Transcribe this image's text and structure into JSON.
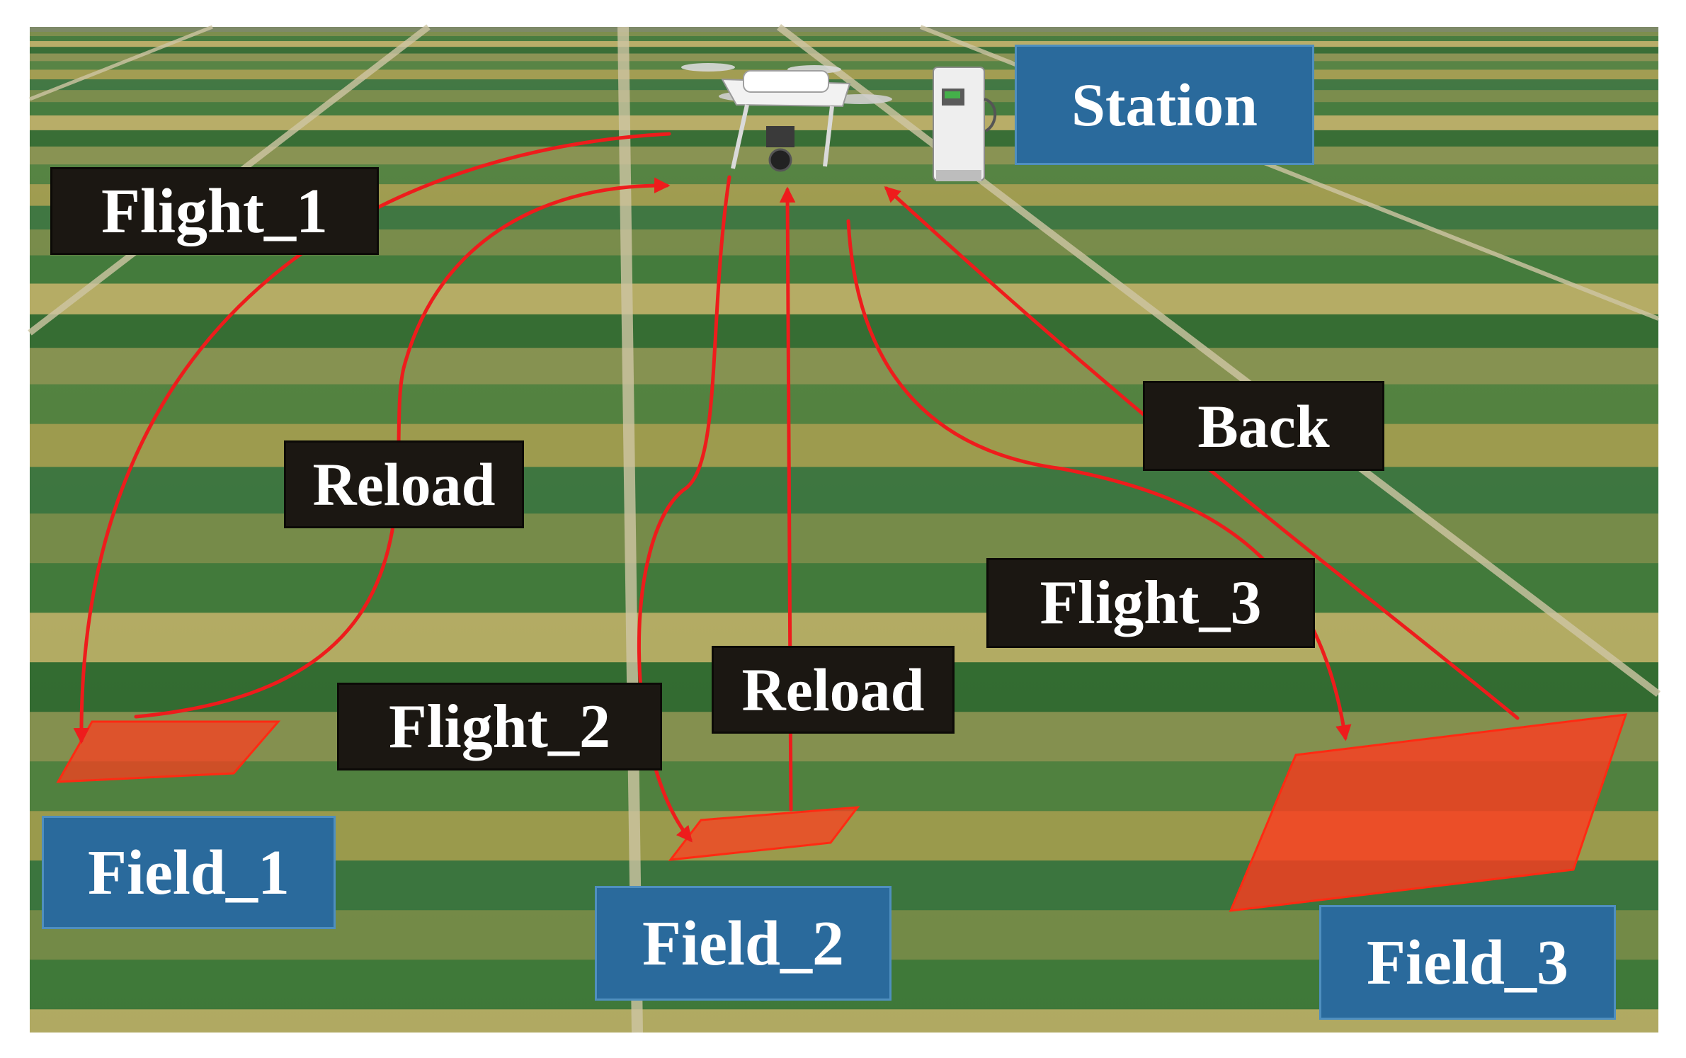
{
  "labels": {
    "station": "Station",
    "flight_1": "Flight_1",
    "flight_2": "Flight_2",
    "flight_3": "Flight_3",
    "reload_1": "Reload",
    "reload_2": "Reload",
    "back": "Back",
    "field_1": "Field_1",
    "field_2": "Field_2",
    "field_3": "Field_3"
  },
  "colors": {
    "route": "#ee1c1c",
    "field_area": "#ff3b1f",
    "dark_label": "#1b1712",
    "blue_label": "#2a6a9c",
    "crop_green": "#3f7a3a",
    "crop_yellow": "#a9a150",
    "road": "#cfc6a4"
  },
  "icons": [
    "drone-icon",
    "charging-station-icon"
  ]
}
